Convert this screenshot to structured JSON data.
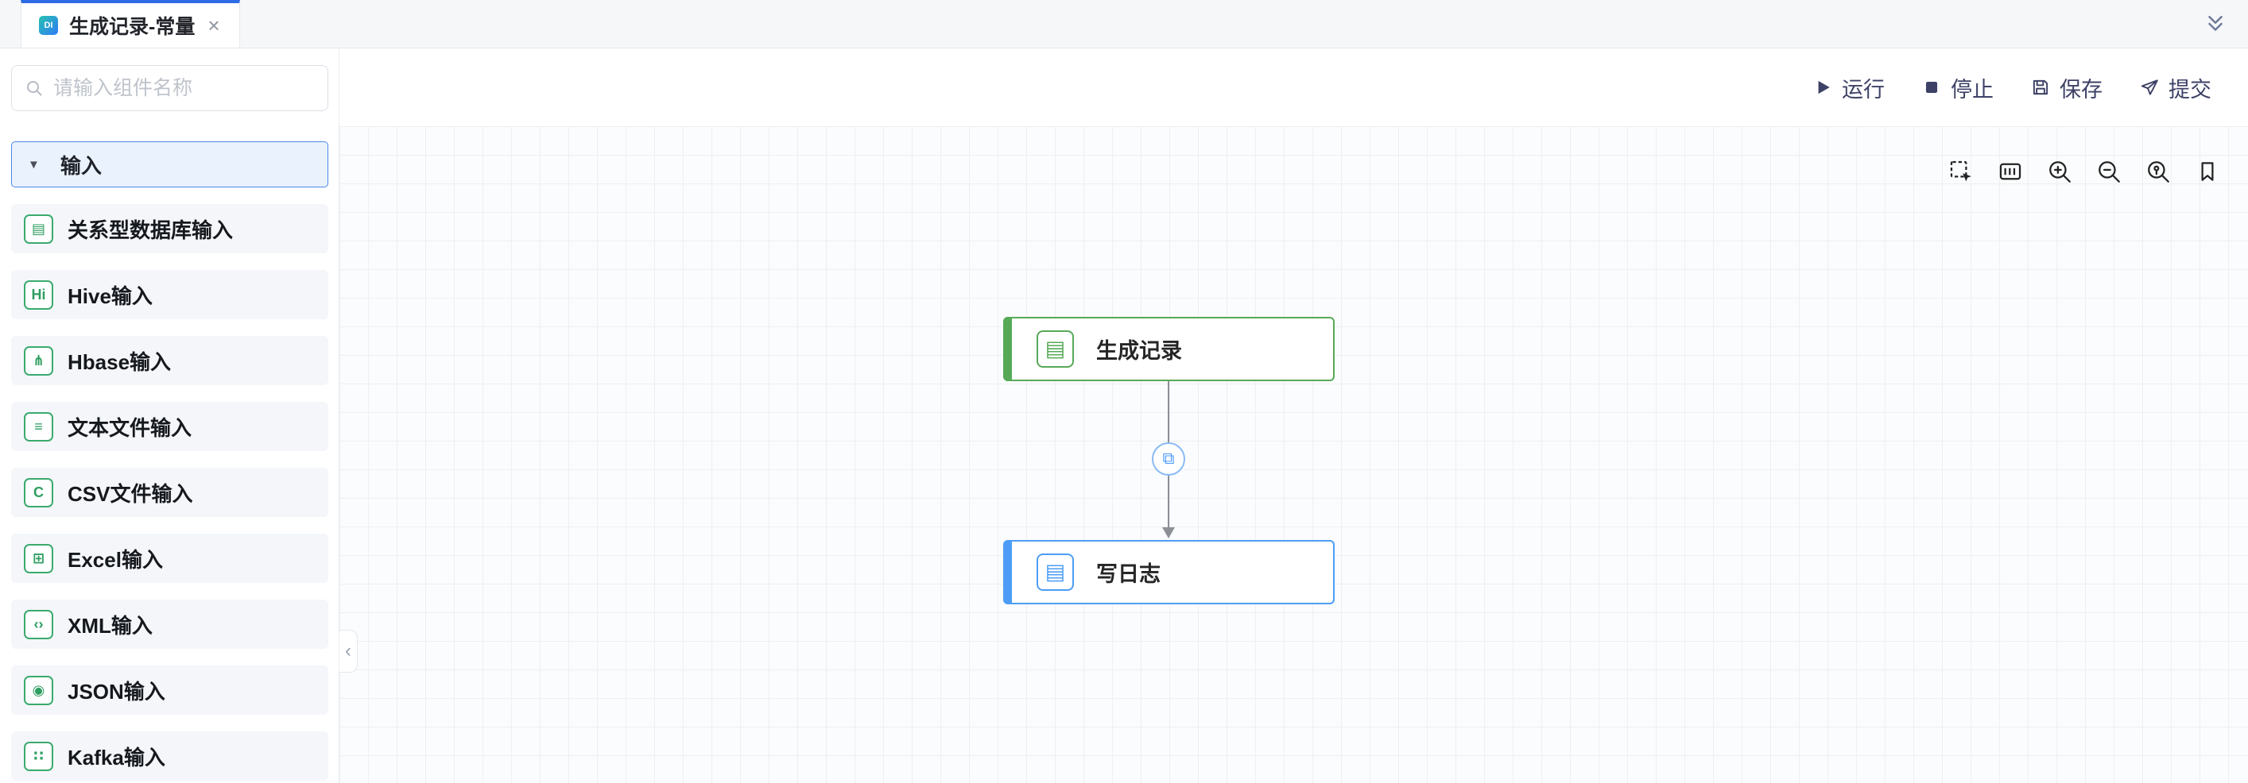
{
  "tab_bar": {
    "logo_text": "DI",
    "tab_title": "生成记录-常量",
    "close_glyph": "×"
  },
  "sidebar": {
    "search_placeholder": "请输入组件名称",
    "section_label": "输入",
    "caret_glyph": "▼",
    "collapse_glyph": "‹",
    "items": [
      {
        "icon": "relational-db-input-icon",
        "glyph": "▤",
        "label": "关系型数据库输入"
      },
      {
        "icon": "hive-input-icon",
        "glyph": "Hi",
        "label": "Hive输入"
      },
      {
        "icon": "hbase-input-icon",
        "glyph": "⋔",
        "label": "Hbase输入"
      },
      {
        "icon": "text-file-input-icon",
        "glyph": "≡",
        "label": "文本文件输入"
      },
      {
        "icon": "csv-file-input-icon",
        "glyph": "C",
        "label": "CSV文件输入"
      },
      {
        "icon": "excel-input-icon",
        "glyph": "⊞",
        "label": "Excel输入"
      },
      {
        "icon": "xml-input-icon",
        "glyph": "‹›",
        "label": "XML输入"
      },
      {
        "icon": "json-input-icon",
        "glyph": "◉",
        "label": "JSON输入"
      },
      {
        "icon": "kafka-input-icon",
        "glyph": "∷",
        "label": "Kafka输入"
      }
    ]
  },
  "toolbar": {
    "run_label": "运行",
    "stop_label": "停止",
    "save_label": "保存",
    "submit_label": "提交"
  },
  "canvas": {
    "nodes": [
      {
        "label": "生成记录",
        "color": "#57a957",
        "icon_glyph": "▤"
      },
      {
        "label": "写日志",
        "color": "#4d9df6",
        "icon_glyph": "▤"
      }
    ],
    "hop_glyph": "⧉"
  },
  "colors": {
    "tab_accent_blue": "#2e6be6",
    "section_border_blue": "#4c86ec",
    "item_icon_green": "#3baa6e",
    "action_indigo": "#3d4166",
    "node_green": "#57a957",
    "node_blue": "#4d9df6"
  }
}
